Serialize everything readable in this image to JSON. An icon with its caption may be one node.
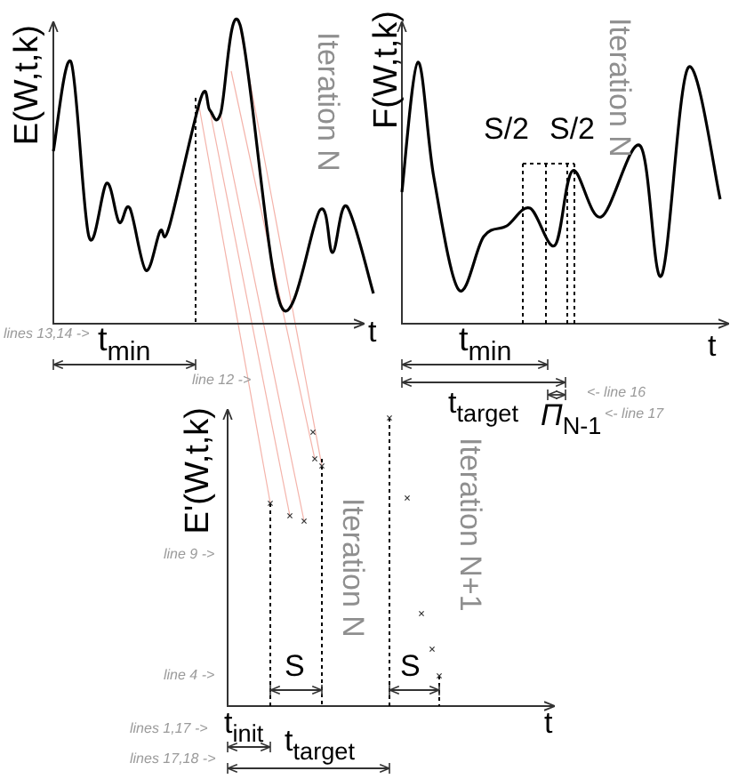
{
  "diagram": {
    "labels": [
      "E(W,t,k)",
      "Iteration N",
      "F(W,t,k)",
      "Iteration N",
      "S/2",
      "S/2",
      "t",
      "t",
      "lines 13,14 ->",
      "t$_{min}$",
      "t$_{min}$",
      "line 12 ->",
      "t$_{target}$",
      "*Π*$_{N-1}$",
      "<- line 16",
      "<- line 17",
      "E'(W,t,k)",
      "Iteration N",
      "Iteration N+1",
      "line 9 ->",
      "line 4 ->",
      "S",
      "S",
      "t",
      "lines 1,17 ->",
      "t$_{init}$",
      "t$_{target}$",
      "lines 17,18 ->"
    ]
  }
}
